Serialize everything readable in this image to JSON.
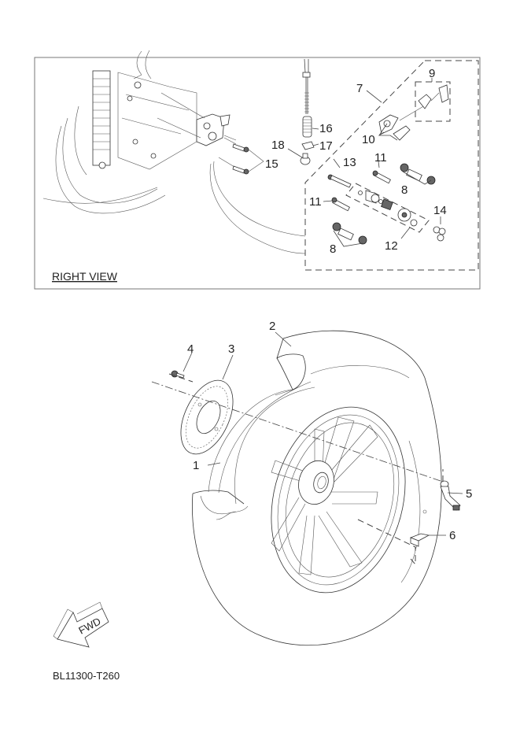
{
  "diagram": {
    "type": "exploded-parts-diagram",
    "inset": {
      "title": "RIGHT VIEW",
      "callouts": [
        {
          "id": "7"
        },
        {
          "id": "8a",
          "label": "8"
        },
        {
          "id": "8b",
          "label": "8"
        },
        {
          "id": "9"
        },
        {
          "id": "10"
        },
        {
          "id": "11a",
          "label": "11"
        },
        {
          "id": "11b",
          "label": "11"
        },
        {
          "id": "12"
        },
        {
          "id": "13"
        },
        {
          "id": "14"
        },
        {
          "id": "15"
        },
        {
          "id": "16"
        },
        {
          "id": "17"
        },
        {
          "id": "18"
        }
      ]
    },
    "main": {
      "callouts": [
        {
          "id": "1"
        },
        {
          "id": "2"
        },
        {
          "id": "3"
        },
        {
          "id": "4"
        },
        {
          "id": "5"
        },
        {
          "id": "6"
        }
      ]
    },
    "fwd_arrow": "FWD",
    "drawing_code": "BL11300-T260"
  },
  "labels": {
    "c1": "1",
    "c2": "2",
    "c3": "3",
    "c4": "4",
    "c5": "5",
    "c6": "6",
    "c7": "7",
    "c8a": "8",
    "c8b": "8",
    "c9": "9",
    "c10": "10",
    "c11a": "11",
    "c11b": "11",
    "c12": "12",
    "c13": "13",
    "c14": "14",
    "c15": "15",
    "c16": "16",
    "c17": "17",
    "c18": "18"
  }
}
